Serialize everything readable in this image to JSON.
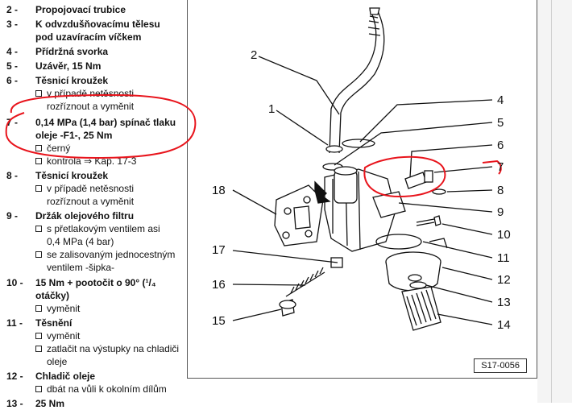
{
  "legend": [
    {
      "num": "2 -",
      "title": "Propojovací trubice",
      "subs": []
    },
    {
      "num": "3 -",
      "title": "K odvzdušňovacímu tělesu pod uzavíracím víčkem",
      "subs": []
    },
    {
      "num": "4 -",
      "title": "Přídržná svorka",
      "subs": []
    },
    {
      "num": "5 -",
      "title": "Uzávěr, 15 Nm",
      "subs": []
    },
    {
      "num": "6 -",
      "title": "Těsnicí kroužek",
      "subs": [
        "v případě netěsnosti rozříznout a vyměnit"
      ]
    },
    {
      "num": "7 -",
      "title": "0,14 MPa (1,4 bar) spínač tlaku oleje -F1-, 25 Nm",
      "subs": [
        "černý",
        "kontrola ⇒ Kap. 17-3"
      ]
    },
    {
      "num": "8 -",
      "title": "Těsnicí kroužek",
      "subs": [
        "v případě netěsnosti rozříznout a vyměnit"
      ]
    },
    {
      "num": "9 -",
      "title": "Držák olejového filtru",
      "subs": [
        "s přetlakovým ventilem asi 0,4 MPa (4 bar)",
        "se zalisovaným jednocestným ventilem -šipka-"
      ]
    },
    {
      "num": "10 -",
      "title": "15 Nm + pootočit o 90° (¹/₄ otáčky)",
      "subs": [
        "vyměnit"
      ]
    },
    {
      "num": "11 -",
      "title": "Těsnění",
      "subs": [
        "vyměnit",
        "zatlačit na výstupky na chladiči oleje"
      ]
    },
    {
      "num": "12 -",
      "title": "Chladič oleje",
      "subs": [
        "dbát na vůli k okolním dílům"
      ]
    },
    {
      "num": "13 -",
      "title": "25 Nm",
      "subs": []
    }
  ],
  "diagram": {
    "figure_code": "S17-0056",
    "callouts": [
      {
        "label": "1"
      },
      {
        "label": "2"
      },
      {
        "label": "4"
      },
      {
        "label": "5"
      },
      {
        "label": "6"
      },
      {
        "label": "7"
      },
      {
        "label": "8"
      },
      {
        "label": "9"
      },
      {
        "label": "10"
      },
      {
        "label": "11"
      },
      {
        "label": "12"
      },
      {
        "label": "13"
      },
      {
        "label": "14"
      },
      {
        "label": "15"
      },
      {
        "label": "16"
      },
      {
        "label": "17"
      },
      {
        "label": "18"
      }
    ]
  },
  "colors": {
    "annotation": "#e8141c",
    "line": "#111111"
  }
}
